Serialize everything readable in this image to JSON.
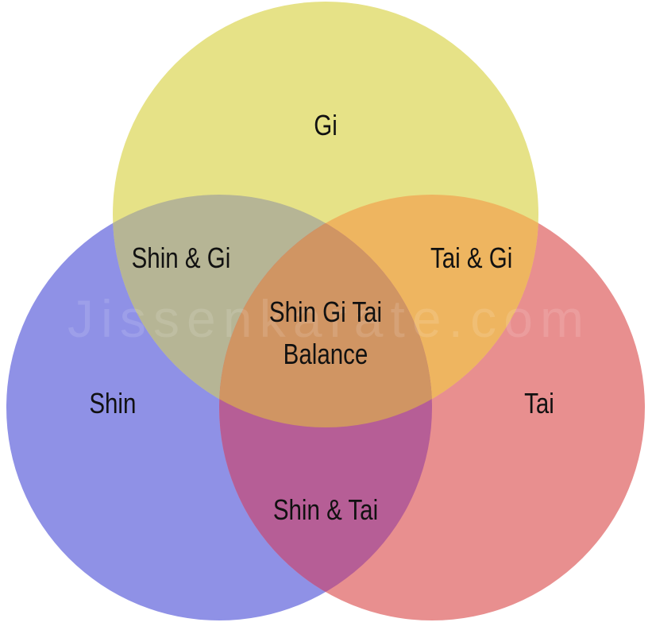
{
  "diagram": {
    "type": "venn",
    "sets": [
      {
        "key": "gi",
        "label": "Gi",
        "color": "#e6e287"
      },
      {
        "key": "shin",
        "label": "Shin",
        "color": "#8f91e6"
      },
      {
        "key": "tai",
        "label": "Tai",
        "color": "#e88f8f"
      }
    ],
    "intersections": {
      "shin_gi": {
        "label": "Shin & Gi",
        "color": "#b6b595"
      },
      "tai_gi": {
        "label": "Tai & Gi",
        "color": "#eeb560"
      },
      "shin_tai": {
        "label": "Shin & Tai",
        "color": "#b65e96"
      },
      "all": {
        "label_line1": "Shin Gi Tai",
        "label_line2": "Balance",
        "color": "#d09563"
      }
    },
    "watermark": "Jissenkarate.com"
  }
}
